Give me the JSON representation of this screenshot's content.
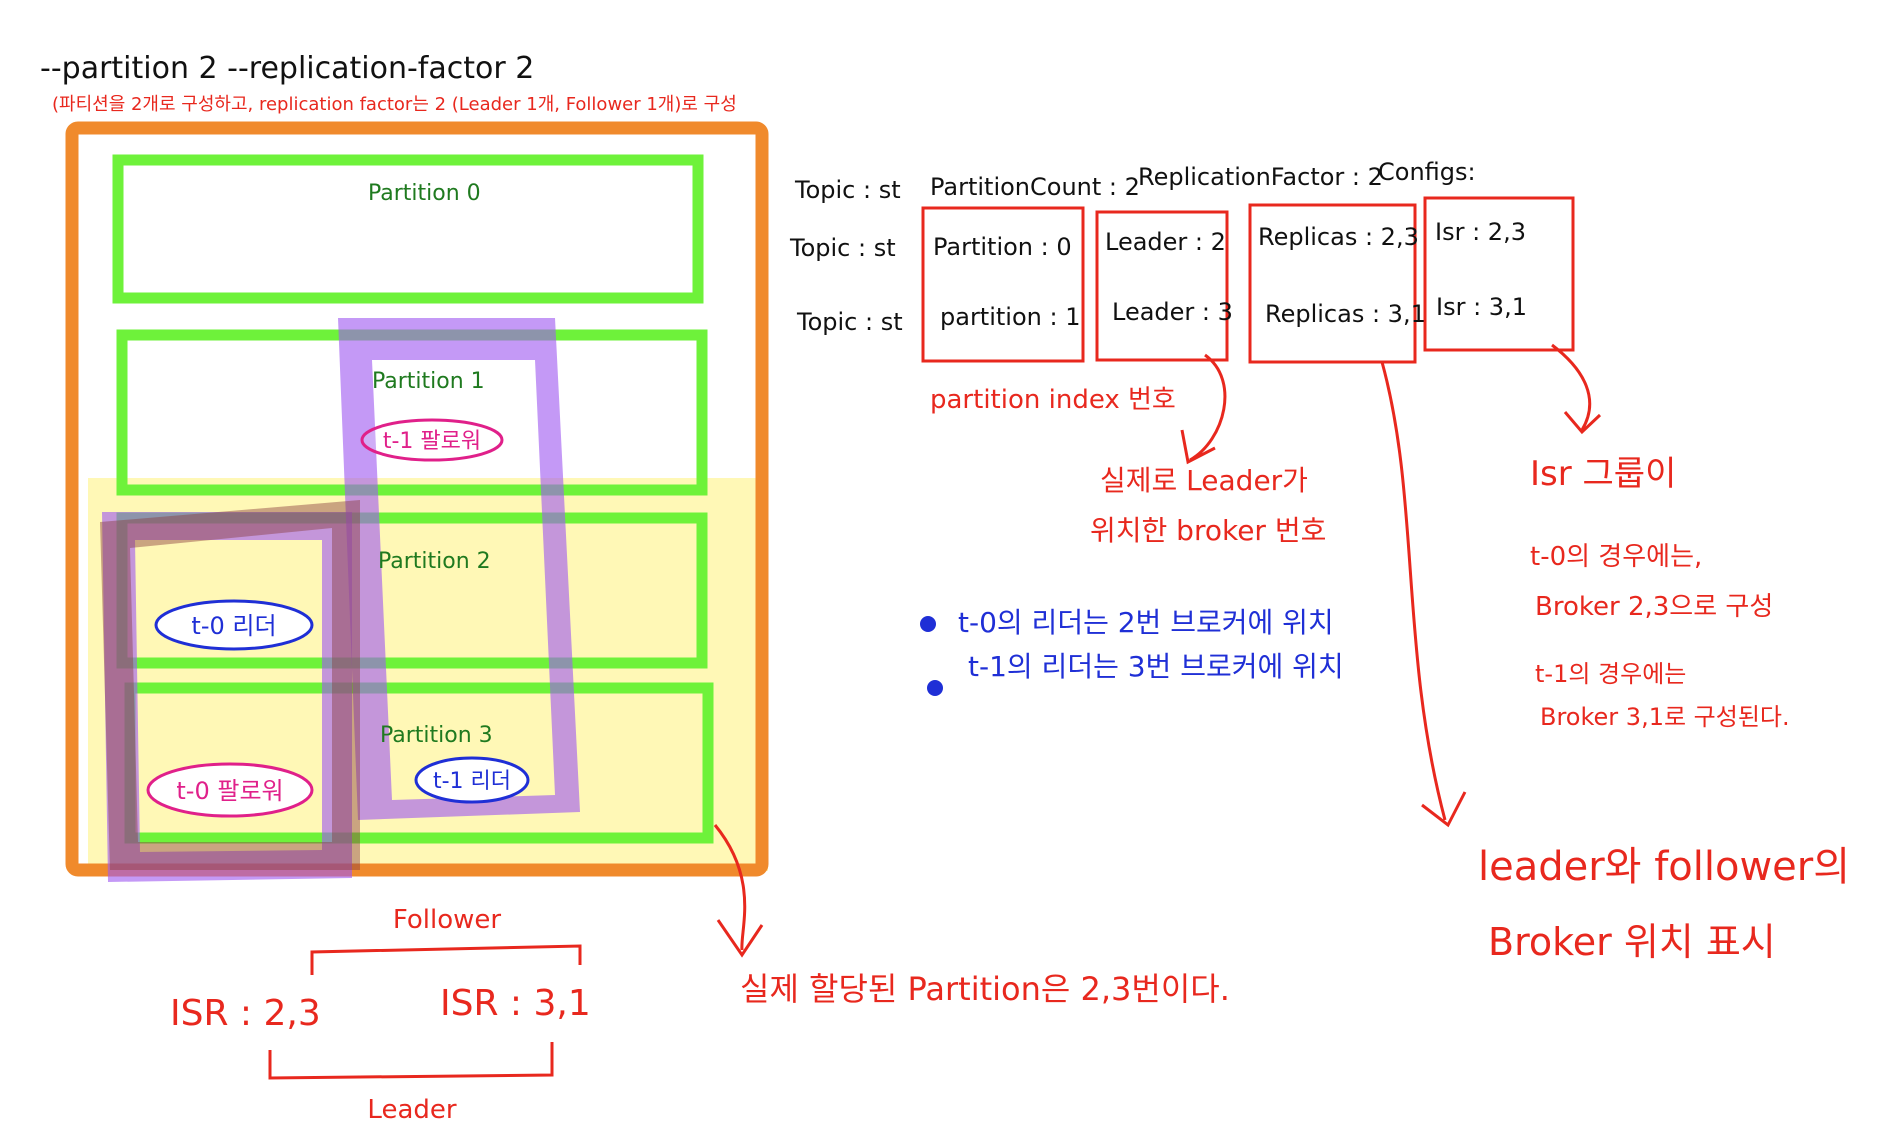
{
  "colors": {
    "orange": "#f08a2c",
    "green": "#6ef23a",
    "purple": "#a05af0",
    "brown": "#8a3f3f",
    "yellow": "#fff27a",
    "red": "#e8281e",
    "blue": "#1f2fd6",
    "magenta": "#e0208a",
    "darkgreen": "#1f7a1f",
    "black": "#111111"
  },
  "header": {
    "command": "--partition 2  --replication-factor 2",
    "note": "(파티션을 2개로 구성하고, replication factor는 2 (Leader 1개, Follower 1개)로 구성"
  },
  "partitions": [
    {
      "label": "Partition 0"
    },
    {
      "label": "Partition 1",
      "tag": "t-1 팔로워"
    },
    {
      "label": "Partition 2",
      "tag": "t-0 리더"
    },
    {
      "label": "Partition 3",
      "tag": "t-1 리더",
      "tag2": "t-0 팔로워"
    }
  ],
  "isr_labels": {
    "follower": "Follower",
    "leader": "Leader",
    "isr_left": "ISR : 2,3",
    "isr_right": "ISR : 3,1"
  },
  "assigned_note": "실제 할당된 Partition은 2,3번이다.",
  "describe": {
    "summary": {
      "topic": "Topic : st",
      "partition_count": "PartitionCount : 2",
      "replication_factor": "ReplicationFactor : 2",
      "configs": "Configs:"
    },
    "rows": [
      {
        "topic": "Topic : st",
        "partition": "Partition : 0",
        "leader": "Leader : 2",
        "replicas": "Replicas : 2,3",
        "isr": "Isr : 2,3"
      },
      {
        "topic": "Topic : st",
        "partition": "partition : 1",
        "leader": "Leader : 3",
        "replicas": "Replicas : 3,1",
        "isr": "Isr : 3,1"
      }
    ]
  },
  "annotations": {
    "partition_index": "partition index 번호",
    "leader_broker_line1": "실제로 Leader가",
    "leader_broker_line2": "위치한 broker 번호",
    "bullet1": "t-0의 리더는 2번 브로커에 위치",
    "bullet2": "t-1의 리더는 3번 브로커에 위치",
    "isr_group": "Isr 그룹이",
    "isr_t0_line1": "t-0의 경우에는,",
    "isr_t0_line2": "Broker 2,3으로 구성",
    "isr_t1_line1": "t-1의 경우에는",
    "isr_t1_line2": "Broker 3,1로 구성된다.",
    "replicas_line1": "leader와 follower의",
    "replicas_line2": "Broker 위치 표시"
  }
}
